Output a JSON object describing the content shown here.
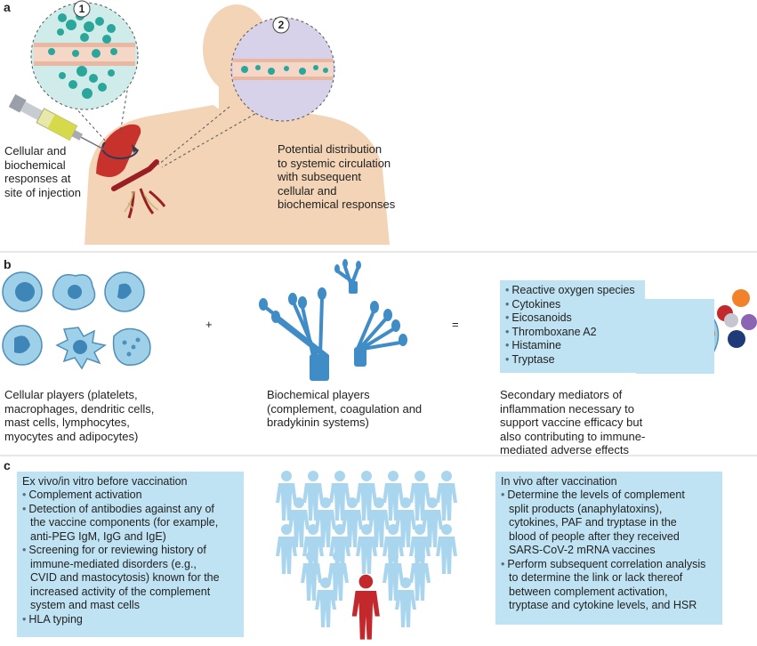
{
  "panels": {
    "a": {
      "letter": "a",
      "callouts": [
        "1",
        "2"
      ],
      "left_text": [
        "Cellular and",
        "biochemical",
        "responses at",
        "site of injection"
      ],
      "right_text": [
        "Potential distribution",
        "to systemic circulation",
        "with subsequent",
        "cellular and",
        "biochemical responses"
      ]
    },
    "b": {
      "letter": "b",
      "plus": "+",
      "equals": "=",
      "mediators": [
        "Reactive oxygen species",
        "Cytokines",
        "Eicosanoids",
        "Thromboxane A2",
        "Histamine",
        "Tryptase"
      ],
      "cellular_caption": [
        "Cellular players (platelets,",
        "macrophages, dendritic cells,",
        "mast cells, lymphocytes,",
        "myocytes and adipocytes)"
      ],
      "biochemical_caption": [
        "Biochemical players",
        "(complement, coagulation and",
        "bradykinin systems)"
      ],
      "secondary_caption": [
        "Secondary mediators of",
        "inflammation necessary to",
        "support vaccine efficacy but",
        "also contributing to immune-",
        "mediated adverse effects"
      ]
    },
    "c": {
      "letter": "c",
      "left_box": {
        "title": "Ex vivo/in vitro before vaccination",
        "bullet": "•",
        "lines": [
          {
            "b": true,
            "t": "Complement activation"
          },
          {
            "b": true,
            "t": "Detection of antibodies against any of"
          },
          {
            "b": false,
            "t": "the vaccine components (for example,"
          },
          {
            "b": false,
            "t": "anti-PEG IgM, IgG and IgE)"
          },
          {
            "b": true,
            "t": "Screening for or reviewing history of"
          },
          {
            "b": false,
            "t": "immune-mediated disorders (e.g.,"
          },
          {
            "b": false,
            "t": "CVID and mastocytosis) known for the"
          },
          {
            "b": false,
            "t": "increased activity of the complement"
          },
          {
            "b": false,
            "t": "system and mast cells"
          },
          {
            "b": true,
            "t": "HLA typing"
          }
        ]
      },
      "right_box": {
        "title": "In vivo after vaccination",
        "lines": [
          {
            "b": true,
            "t": "Determine the levels of complement"
          },
          {
            "b": false,
            "t": "split products (anaphylatoxins),"
          },
          {
            "b": false,
            "t": "cytokines, PAF and tryptase in the"
          },
          {
            "b": false,
            "t": "blood of people after they received"
          },
          {
            "b": false,
            "t": "SARS-CoV-2 mRNA vaccines"
          },
          {
            "b": true,
            "t": "Perform subsequent correlation analysis"
          },
          {
            "b": false,
            "t": "to determine the link or lack thereof"
          },
          {
            "b": false,
            "t": "between complement activation,"
          },
          {
            "b": false,
            "t": "tryptase and cytokine levels, and HSR"
          }
        ]
      }
    }
  },
  "colors": {
    "skin": "#f3d4b6",
    "muscle": "#c8322c",
    "cell_blue": "#9fd0ea",
    "cell_outline": "#4f8fb8",
    "teal": "#2aa79a",
    "box_blue": "#bfe3f3",
    "circle1_bg": "#cfecea",
    "circle2_bg": "#d7d2ea",
    "crowd_blue": "#a9d6ee",
    "red_person": "#c3282c"
  }
}
